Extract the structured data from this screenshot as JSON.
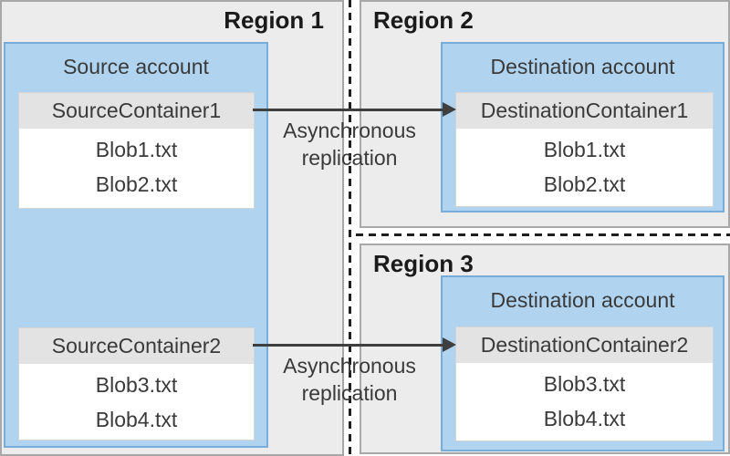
{
  "regions": [
    {
      "label": "Region 1"
    },
    {
      "label": "Region 2"
    },
    {
      "label": "Region 3"
    }
  ],
  "source_account": {
    "label": "Source account",
    "containers": [
      {
        "name": "SourceContainer1",
        "blobs": [
          "Blob1.txt",
          "Blob2.txt"
        ]
      },
      {
        "name": "SourceContainer2",
        "blobs": [
          "Blob3.txt",
          "Blob4.txt"
        ]
      }
    ]
  },
  "destination_accounts": [
    {
      "label": "Destination account",
      "container": {
        "name": "DestinationContainer1",
        "blobs": [
          "Blob1.txt",
          "Blob2.txt"
        ]
      }
    },
    {
      "label": "Destination account",
      "container": {
        "name": "DestinationContainer2",
        "blobs": [
          "Blob3.txt",
          "Blob4.txt"
        ]
      }
    }
  ],
  "arrows": [
    {
      "label": "Asynchronous replication"
    },
    {
      "label": "Asynchronous replication"
    }
  ],
  "colors": {
    "region_fill": "#ececec",
    "region_border": "#a8a8a8",
    "account_fill": "#b0d4f0",
    "account_border": "#78acd9",
    "container_header_fill": "#e3e3e3",
    "container_border": "#d4d4d4",
    "arrow_color": "#3f3f3f",
    "dash_color": "#1f1f1f",
    "text_color": "#3a3a3a",
    "title_color": "#1a1a1a"
  }
}
